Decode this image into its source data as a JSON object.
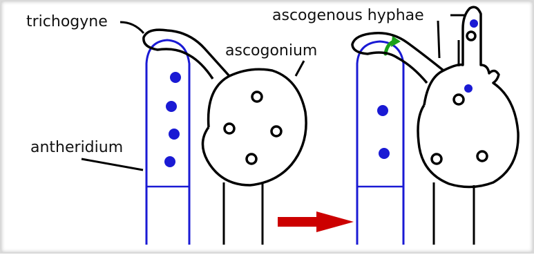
{
  "labels": {
    "trichogyne": "trichogyne",
    "ascogonium": "ascogonium",
    "antheridium": "antheridium",
    "ascogenous_hyphae": "ascogenous hyphae"
  },
  "icons": {
    "transition_arrow": "right-arrow-icon",
    "transfer_arrow": "curved-arrow-icon"
  },
  "colors": {
    "antheridium": "#1a1ad4",
    "outline": "#000000",
    "nucleus_blue": "#1a1ad4",
    "transition_arrow": "#cc0000",
    "transfer_arrow": "#1aa01a"
  }
}
